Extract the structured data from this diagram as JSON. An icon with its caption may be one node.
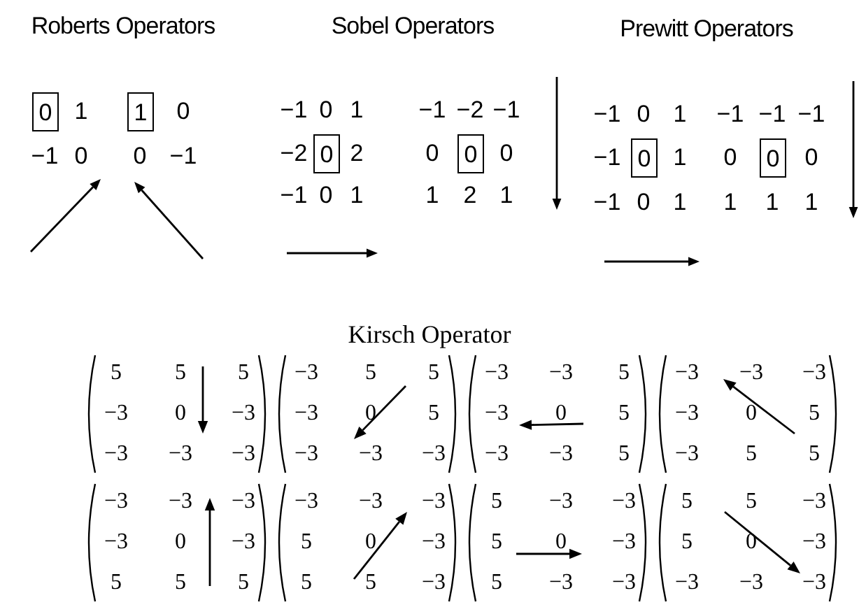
{
  "diagram": {
    "nodes": [
      {
        "text": [
          "0"
        ]
      },
      {
        "text": [
          "1"
        ]
      },
      {
        "text": [
          "0"
        ]
      },
      {
        "text": [
          "0"
        ]
      },
      {
        "text": [
          "0"
        ]
      },
      {
        "text": [
          "0"
        ]
      }
    ],
    "labels": [
      "Roberts Operators",
      "1",
      "−1",
      "0",
      "0",
      "0",
      "−1",
      "Sobel Operators",
      "−1",
      "0",
      "1",
      "−2",
      "2",
      "−1",
      "0",
      "1",
      "−1",
      "−2",
      "−1",
      "0",
      "0",
      "1",
      "2",
      "1",
      "Prewitt Operators",
      "−1",
      "0",
      "1",
      "−1",
      "1",
      "−1",
      "0",
      "1",
      "−1",
      "−1",
      "−1",
      "0",
      "0",
      "1",
      "1",
      "1",
      "Kirsch Operator",
      "5",
      "5",
      "5",
      "−3",
      "0",
      "−3",
      "−3",
      "−3",
      "−3",
      "−3",
      "5",
      "5",
      "−3",
      "0",
      "5",
      "−3",
      "−3",
      "−3",
      "−3",
      "−3",
      "5",
      "−3",
      "0",
      "5",
      "−3",
      "−3",
      "5",
      "−3",
      "−3",
      "−3",
      "−3",
      "0",
      "5",
      "−3",
      "5",
      "5",
      "−3",
      "−3",
      "−3",
      "−3",
      "0",
      "−3",
      "5",
      "5",
      "5",
      "−3",
      "−3",
      "−3",
      "5",
      "0",
      "−3",
      "5",
      "5",
      "−3",
      "5",
      "−3",
      "−3",
      "5",
      "0",
      "−3",
      "5",
      "−3",
      "−3",
      "5",
      "5",
      "−3",
      "5",
      "0",
      "−3",
      "−3",
      "−3",
      "−3"
    ]
  }
}
